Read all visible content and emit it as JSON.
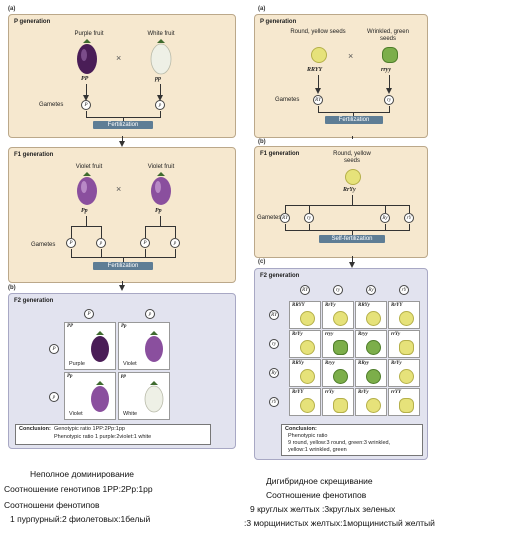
{
  "left": {
    "tag_a": "(a)",
    "p_panel": {
      "title": "P generation",
      "parent1_label": "Purple fruit",
      "parent2_label": "White fruit",
      "parent1_geno": "PP",
      "parent2_geno": "pp",
      "cross": "×",
      "gametes_label": "Gametes",
      "gamete1": "P",
      "gamete2": "p",
      "bar": "Fertilization"
    },
    "f1_panel": {
      "title": "F1 generation",
      "parent1_label": "Violet fruit",
      "parent2_label": "Violet fruit",
      "parent1_geno": "Pp",
      "parent2_geno": "Pp",
      "cross": "×",
      "gametes_label": "Gametes",
      "gametes": [
        "P",
        "p",
        "P",
        "p"
      ],
      "bar": "Fertilization"
    },
    "tag_b": "(b)",
    "f2_panel": {
      "title": "F2 generation",
      "col_heads": [
        "P",
        "p"
      ],
      "row_heads": [
        "P",
        "p"
      ],
      "cells": [
        {
          "geno": "PP",
          "label": "Purple"
        },
        {
          "geno": "Pp",
          "label": "Violet"
        },
        {
          "geno": "Pp",
          "label": "Violet"
        },
        {
          "geno": "pp",
          "label": "White"
        }
      ],
      "conclusion_title": "Conclusion:",
      "conclusion_line1": "Genotypic ratio   1PP:2Pp:1pp",
      "conclusion_line2": "Phenotypic ratio  1 purple:2violet:1 white"
    }
  },
  "right": {
    "tag_a": "(a)",
    "p_panel": {
      "title": "P generation",
      "parent1_label": "Round, yellow seeds",
      "parent2_label": "Wrinkled, green seeds",
      "parent1_geno": "RRYY",
      "parent2_geno": "rryy",
      "cross": "×",
      "gametes_label": "Gametes",
      "gamete1": "RY",
      "gamete2": "ry",
      "bar": "Fertilization"
    },
    "tag_b": "(b)",
    "f1_panel": {
      "title": "F1 generation",
      "parent_label": "Round, yellow seeds",
      "parent_geno": "RrYy",
      "gametes_label": "Gametes",
      "gametes": [
        "RY",
        "ry",
        "Ry",
        "rY"
      ],
      "bar": "Self-fertilization"
    },
    "tag_c": "(c)",
    "f2_panel": {
      "title": "F2 generation",
      "col_heads": [
        "RY",
        "ry",
        "Ry",
        "rY"
      ],
      "row_heads": [
        "RY",
        "ry",
        "Ry",
        "rY"
      ],
      "grid": [
        [
          "RRYY",
          "RrYy",
          "RRYy",
          "RrYY"
        ],
        [
          "RrYy",
          "rryy",
          "Rryy",
          "rrYy"
        ],
        [
          "RRYy",
          "Rryy",
          "RRyy",
          "RrYy"
        ],
        [
          "RrYY",
          "rrYy",
          "RrYy",
          "rrYY"
        ]
      ],
      "conclusion_title": "Conclusion:",
      "conclusion_line1": "Phenotypic ratio",
      "conclusion_line2": "9 round, yellow:3 round, green:3 wrinkled,",
      "conclusion_line3": "yellow:1 wrinkled, green"
    }
  },
  "captions": {
    "l1": "Неполное доминирование",
    "l2": "Соотношение генотипов 1PP:2Pp:1pp",
    "l3": "Соотношени фенотипов",
    "l4": "1 пурпурный:2 фиолетовых:1белый",
    "r1": "Дигибридное скрещивание",
    "r2": "Соотношение фенотипов",
    "r3": "9 круглых желтых :3круглых зеленых",
    "r4": ":3 морщинистых желтых:1морщинистый желтый"
  },
  "colors": {
    "purple": "#4a1d57",
    "violet": "#8a4f9e",
    "white_fruit": "#eef0e6",
    "yellow_pea": "#e6e27a",
    "green_pea": "#7cae4a",
    "warm_panel": "#f6e8cf",
    "cool_panel": "#e2e3ef",
    "bar": "#5e7d95"
  }
}
